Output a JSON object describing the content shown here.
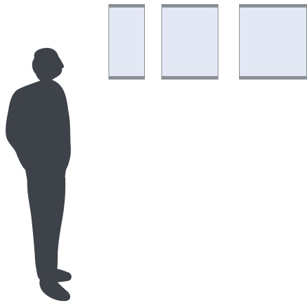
{
  "colors": {
    "background": "#ffffff",
    "panel_face": "#e4e8f5",
    "panel_frame": "#8a8f96",
    "figure": "#3e4349"
  },
  "scene": {
    "panels": [
      {
        "name": "panel-left"
      },
      {
        "name": "panel-middle"
      },
      {
        "name": "panel-right"
      }
    ],
    "figure_icon": "person-silhouette-icon"
  }
}
